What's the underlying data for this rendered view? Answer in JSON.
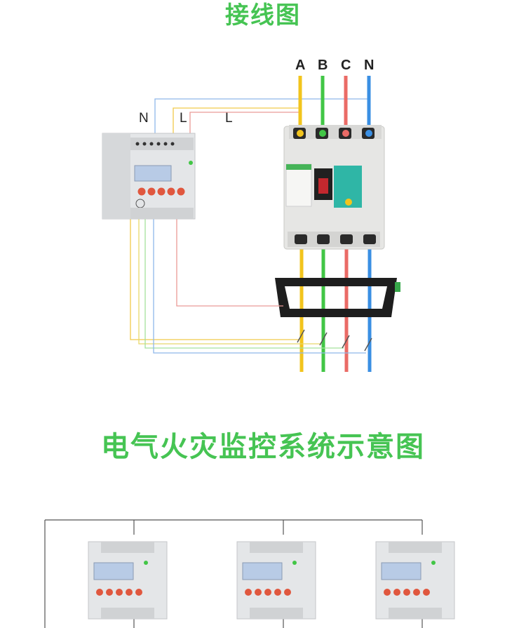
{
  "titles": {
    "wiring": "接线图",
    "system": "电气火灾监控系统示意图"
  },
  "phases": [
    "A",
    "B",
    "C",
    "N"
  ],
  "meter_terminals": [
    "N",
    "L",
    "L"
  ],
  "colors": {
    "title_green": "#46c453",
    "phase_a": "#f2c41d",
    "phase_b": "#42c646",
    "phase_c": "#ea6b66",
    "phase_n": "#3a8fe3",
    "device_grey": "#e4e6e8",
    "button_red": "#e0573e",
    "lcd_blue": "#b8cbe6"
  },
  "icons": [
    "circuit-breaker-icon",
    "current-transformer-icon",
    "monitor-device-icon"
  ]
}
